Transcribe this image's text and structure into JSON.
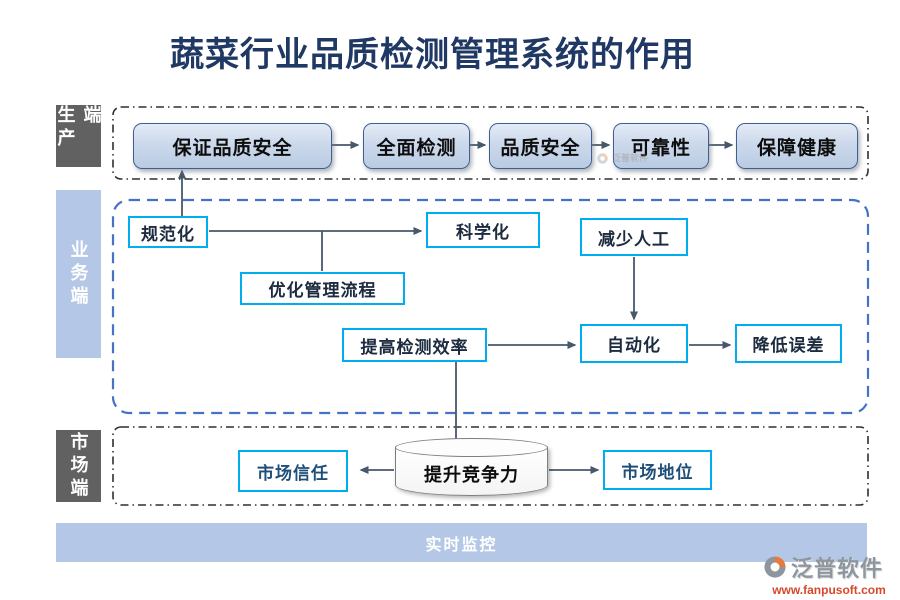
{
  "title": "蔬菜行业品质检测管理系统的作用",
  "lanes": {
    "production": "生产端",
    "business": "业务端",
    "market": "市场端"
  },
  "production_flow": [
    "保证品质安全",
    "全面检测",
    "品质安全",
    "可靠性",
    "保障健康"
  ],
  "business_flow": {
    "standardization": "规范化",
    "scientific": "科学化",
    "reduce_labor": "减少人工",
    "optimize_process": "优化管理流程",
    "improve_efficiency": "提高检测效率",
    "automation": "自动化",
    "reduce_error": "降低误差"
  },
  "market_flow": {
    "trust": "市场信任",
    "competitiveness": "提升竞争力",
    "position": "市场地位"
  },
  "footer": {
    "realtime_monitor": "实时监控"
  },
  "brand": {
    "name": "泛普软件",
    "url": "www.fanpusoft.com"
  },
  "watermark": {
    "name": "泛普软件"
  },
  "colors": {
    "title": "#1F3864",
    "accent_cyan": "#00AEEF",
    "container_blue": "#4472C4",
    "lane_gray": "#616161",
    "lane_blue": "#B4C7E7",
    "arrow": "#47586B",
    "market_text": "#1F4E79",
    "brand_url": "#D6492A"
  }
}
